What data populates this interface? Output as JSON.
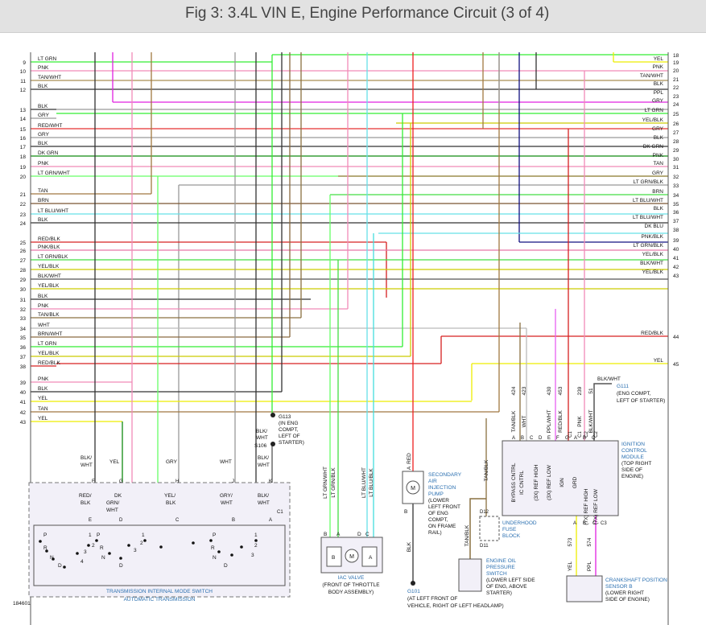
{
  "title": "Fig 3: 3.4L VIN E, Engine Performance Circuit (3 of 4)",
  "figure_id": "184601",
  "colors": {
    "LT GRN": "#33ee33",
    "PNK": "#f08ab8",
    "TAN/WHT": "#a98f55",
    "BLK": "#333333",
    "GRY": "#999999",
    "RED/WHT": "#e53030",
    "DK GRN": "#118a11",
    "LT GRN/WHT": "#66ff66",
    "TAN": "#a07840",
    "BRN": "#7a5530",
    "LT BLU/WHT": "#66e0e8",
    "RED/BLK": "#d62020",
    "PNK/BLK": "#e878a8",
    "LT GRN/BLK": "#44dd44",
    "YEL/BLK": "#cccc00",
    "BLK/WHT": "#555555",
    "WHT": "#bbbbbb",
    "BRN/WHT": "#8a6a40",
    "YEL": "#eeee00",
    "PPL": "#e020e0",
    "DK BLU": "#101080",
    "LT BLU": "#44dddd",
    "TAN/BLK": "#8a7040",
    "RED": "#ee2020",
    "PPL/WHT": "#e860f0",
    "GRY/WHT": "#aaaaaa"
  },
  "left_wires": [
    {
      "n": "9",
      "label": "LT GRN"
    },
    {
      "n": "10",
      "label": "PNK"
    },
    {
      "n": "11",
      "label": "TAN/WHT"
    },
    {
      "n": "12",
      "label": "BLK"
    },
    {
      "n": "13",
      "label": "BLK"
    },
    {
      "n": "14",
      "label": "GRY"
    },
    {
      "n": "15",
      "label": "RED/WHT"
    },
    {
      "n": "16",
      "label": "GRY"
    },
    {
      "n": "17",
      "label": "BLK"
    },
    {
      "n": "18",
      "label": "DK GRN"
    },
    {
      "n": "19",
      "label": "PNK"
    },
    {
      "n": "20",
      "label": "LT GRN/WHT"
    },
    {
      "n": "21",
      "label": "TAN"
    },
    {
      "n": "22",
      "label": "BRN"
    },
    {
      "n": "23",
      "label": "LT BLU/WHT"
    },
    {
      "n": "24",
      "label": "BLK"
    },
    {
      "n": "25",
      "label": "RED/BLK"
    },
    {
      "n": "26",
      "label": "PNK/BLK"
    },
    {
      "n": "27",
      "label": "LT GRN/BLK"
    },
    {
      "n": "28",
      "label": "YEL/BLK"
    },
    {
      "n": "29",
      "label": "BLK/WHT"
    },
    {
      "n": "30",
      "label": "YEL/BLK"
    },
    {
      "n": "31",
      "label": "BLK"
    },
    {
      "n": "32",
      "label": "PNK"
    },
    {
      "n": "33",
      "label": "TAN/BLK"
    },
    {
      "n": "34",
      "label": "WHT"
    },
    {
      "n": "35",
      "label": "BRN/WHT"
    },
    {
      "n": "36",
      "label": "LT GRN"
    },
    {
      "n": "37",
      "label": "YEL/BLK"
    },
    {
      "n": "38",
      "label": "RED/BLK"
    },
    {
      "n": "39",
      "label": "PNK"
    },
    {
      "n": "40",
      "label": "BLK"
    },
    {
      "n": "41",
      "label": "YEL"
    },
    {
      "n": "42",
      "label": "TAN"
    },
    {
      "n": "43",
      "label": "YEL"
    }
  ],
  "right_wires": [
    {
      "n": "18",
      "label": ""
    },
    {
      "n": "19",
      "label": "YEL"
    },
    {
      "n": "20",
      "label": "PNK"
    },
    {
      "n": "21",
      "label": "TAN/WHT"
    },
    {
      "n": "22",
      "label": "BLK"
    },
    {
      "n": "23",
      "label": "PPL"
    },
    {
      "n": "24",
      "label": "GRY"
    },
    {
      "n": "25",
      "label": "LT GRN"
    },
    {
      "n": "26",
      "label": "YEL/BLK"
    },
    {
      "n": "27",
      "label": "GRY"
    },
    {
      "n": "28",
      "label": "BLK"
    },
    {
      "n": "29",
      "label": "DK GRN"
    },
    {
      "n": "30",
      "label": "PNK"
    },
    {
      "n": "31",
      "label": "TAN"
    },
    {
      "n": "32",
      "label": "GRY"
    },
    {
      "n": "33",
      "label": "LT GRN/BLK"
    },
    {
      "n": "34",
      "label": "BRN"
    },
    {
      "n": "35",
      "label": "LT BLU/WHT"
    },
    {
      "n": "36",
      "label": "BLK"
    },
    {
      "n": "37",
      "label": "LT BLU/WHT"
    },
    {
      "n": "38",
      "label": "DK BLU"
    },
    {
      "n": "39",
      "label": "PNK/BLK"
    },
    {
      "n": "40",
      "label": "LT GRN/BLK"
    },
    {
      "n": "41",
      "label": "YEL/BLK"
    },
    {
      "n": "42",
      "label": "BLK/WHT"
    },
    {
      "n": "43",
      "label": "YEL/BLK"
    },
    {
      "n": "44",
      "label": "RED/BLK"
    },
    {
      "n": "45",
      "label": "YEL"
    }
  ],
  "components": {
    "tims": [
      "TRANSMISSION INTERNAL MODE SWITCH",
      "AUTOMATIC TRANSMISSION"
    ],
    "tims_wires": [
      "BLK/",
      "WHT",
      "YEL",
      "GRY",
      "WHT",
      "BLK/",
      "WHT"
    ],
    "tims_wires2": [
      "RED/",
      "BLK",
      "DK",
      "GRN/",
      "WHT",
      "YEL/",
      "BLK",
      "GRY/",
      "WHT",
      "BLK/",
      "WHT"
    ],
    "tims_pins": [
      "F",
      "G",
      "H",
      "J",
      "K",
      "E",
      "D",
      "C",
      "B",
      "A",
      "C1"
    ],
    "tims_switch_labels": [
      "P",
      "R",
      "N",
      "D",
      "1",
      "2",
      "3",
      "4",
      "P",
      "R",
      "N",
      "D",
      "3",
      "2",
      "1",
      "P",
      "R",
      "N",
      "D",
      "1",
      "2",
      "3"
    ],
    "g113": [
      "G113",
      "(IN ENG",
      "COMPT,",
      "LEFT OF",
      "STARTER)"
    ],
    "s106": [
      "BLK/",
      "WHT",
      "S106"
    ],
    "iac": [
      "IAC VALVE",
      "(FRONT OF THROTTLE",
      "BODY ASSEMBLY)"
    ],
    "iac_wires": [
      "LT GRN/WHT",
      "LT GRN/BLK",
      "LT BLU/WHT",
      "LT BLU/BLK"
    ],
    "iac_pins": [
      "B",
      "A",
      "D",
      "C",
      "B",
      "A"
    ],
    "air_pump": [
      "SECONDARY",
      "AIR",
      "INJECTION",
      "PUMP",
      "(LOWER",
      "LEFT FRONT",
      "OF ENG",
      "COMPT,",
      "ON FRAME",
      "RAIL)"
    ],
    "air_pump_wires": [
      "A",
      "RED",
      "B",
      "BLK",
      "M"
    ],
    "g101": [
      "G101",
      "(AT LEFT FRONT OF",
      "VEHICLE, RIGHT OF LEFT HEADLAMP)"
    ],
    "tan_blk": "TAN/BLK",
    "fuse": [
      "UNDERHOOD",
      "FUSE",
      "BLOCK",
      "D12",
      "D11"
    ],
    "oil_switch": [
      "ENGINE OIL",
      "PRESSURE",
      "SWITCH",
      "(LOWER LEFT SIDE",
      "OF ENG, ABOVE",
      "STARTER)",
      "TAN/BLK"
    ],
    "g111": [
      "BLK/WHT",
      "G111",
      "(ENG COMPT,",
      "LEFT OF STARTER)"
    ],
    "icm": [
      "IGNITION",
      "CONTROL",
      "MODULE",
      "(TOP RIGHT",
      "SIDE OF",
      "ENGINE)"
    ],
    "icm_circuits": [
      "424",
      "423",
      "430",
      "453",
      "239",
      "51"
    ],
    "icm_wires": [
      "TAN/BLK",
      "WHT",
      "PPL/WHT",
      "RED/BLK",
      "PNK",
      "BLK/WHT"
    ],
    "icm_pins_top": [
      "A",
      "B",
      "C",
      "D",
      "E",
      "F",
      "G",
      "A",
      "B",
      "C"
    ],
    "icm_conns": [
      "C1",
      "C1",
      "C2",
      "C2"
    ],
    "icm_inside": [
      "BYPASS CNTRL",
      "IC CNTRL",
      "(3X) REF HIGH",
      "(3X) REF LOW",
      "IGN",
      "GRD",
      "(7X) REF HIGH",
      "(7X) REF LOW"
    ],
    "ckp": [
      "CRANKSHAFT POSITION",
      "SENSOR B",
      "(LOWER RIGHT",
      "SIDE OF ENGINE)"
    ],
    "ckp_wires": [
      "573",
      "574",
      "YEL",
      "PPL",
      "A",
      "B",
      "C",
      "C3"
    ]
  }
}
